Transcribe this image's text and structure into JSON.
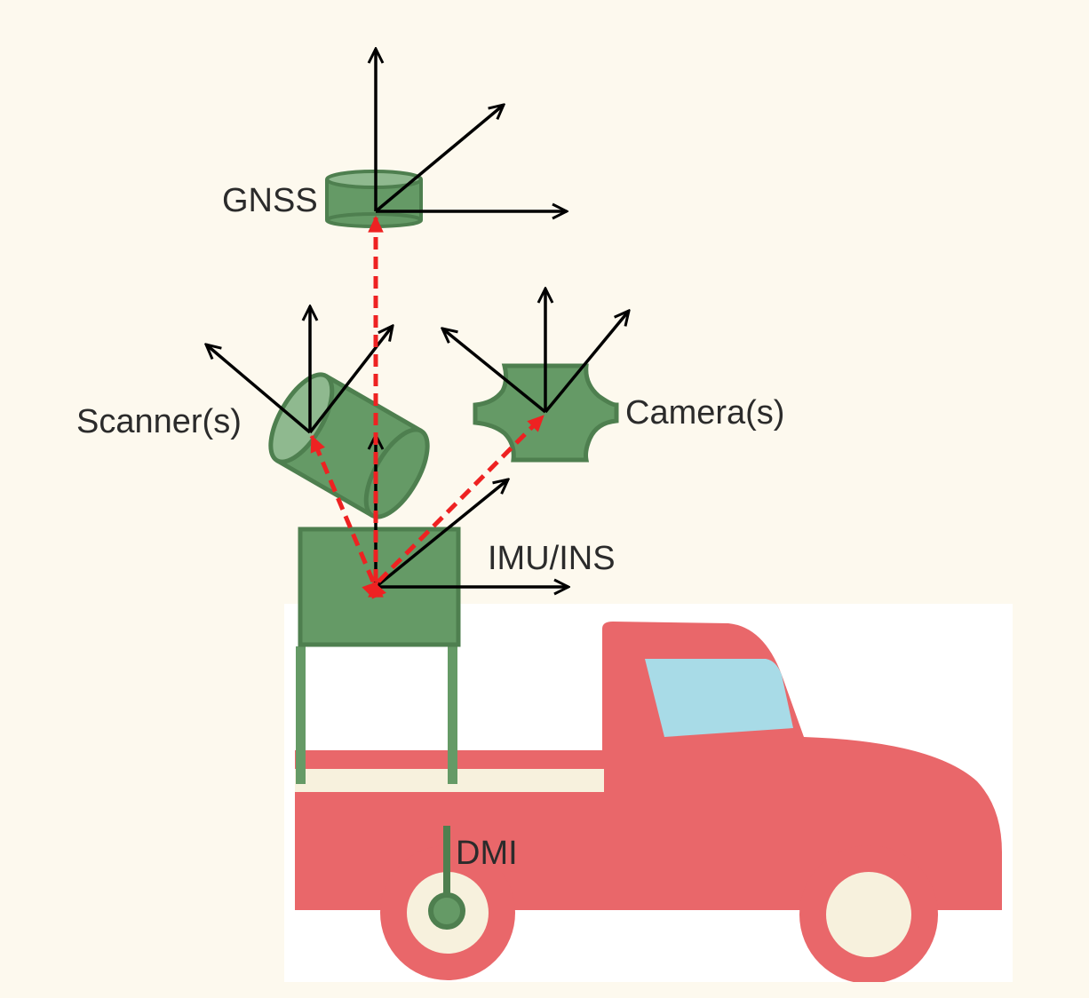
{
  "labels": {
    "gnss": "GNSS",
    "scanner": "Scanner(s)",
    "camera": "Camera(s)",
    "imu": "IMU/INS",
    "dmi": "DMI"
  },
  "colors": {
    "background": "#fdf9ee",
    "truck_body": "#e9676a",
    "truck_stripe": "#f7f1dd",
    "window": "#a8dbe7",
    "sensor_fill": "#659a66",
    "sensor_stroke": "#4e7f4f",
    "axis_arrow": "#000000",
    "lever_arm": "#ee2222"
  }
}
